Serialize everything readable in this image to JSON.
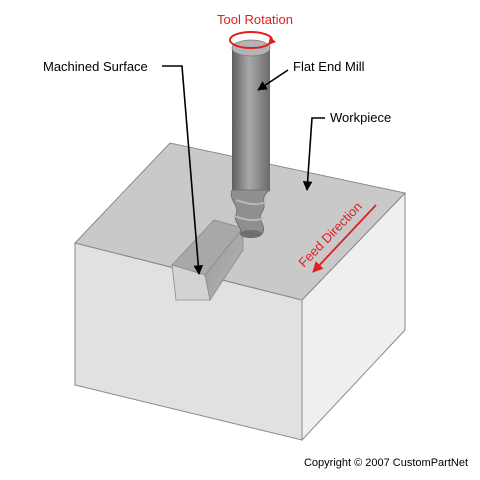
{
  "labels": {
    "tool_rotation": "Tool Rotation",
    "machined_surface": "Machined Surface",
    "flat_end_mill": "Flat End Mill",
    "workpiece": "Workpiece",
    "feed_direction": "Feed Direction"
  },
  "copyright": "Copyright © 2007 CustomPartNet",
  "colors": {
    "annotation_red": "#e02020",
    "block_top": "#c9c9c9",
    "block_front": "#e1e1e1",
    "block_right": "#efefef",
    "tool_gray": "#8f8f8f"
  }
}
